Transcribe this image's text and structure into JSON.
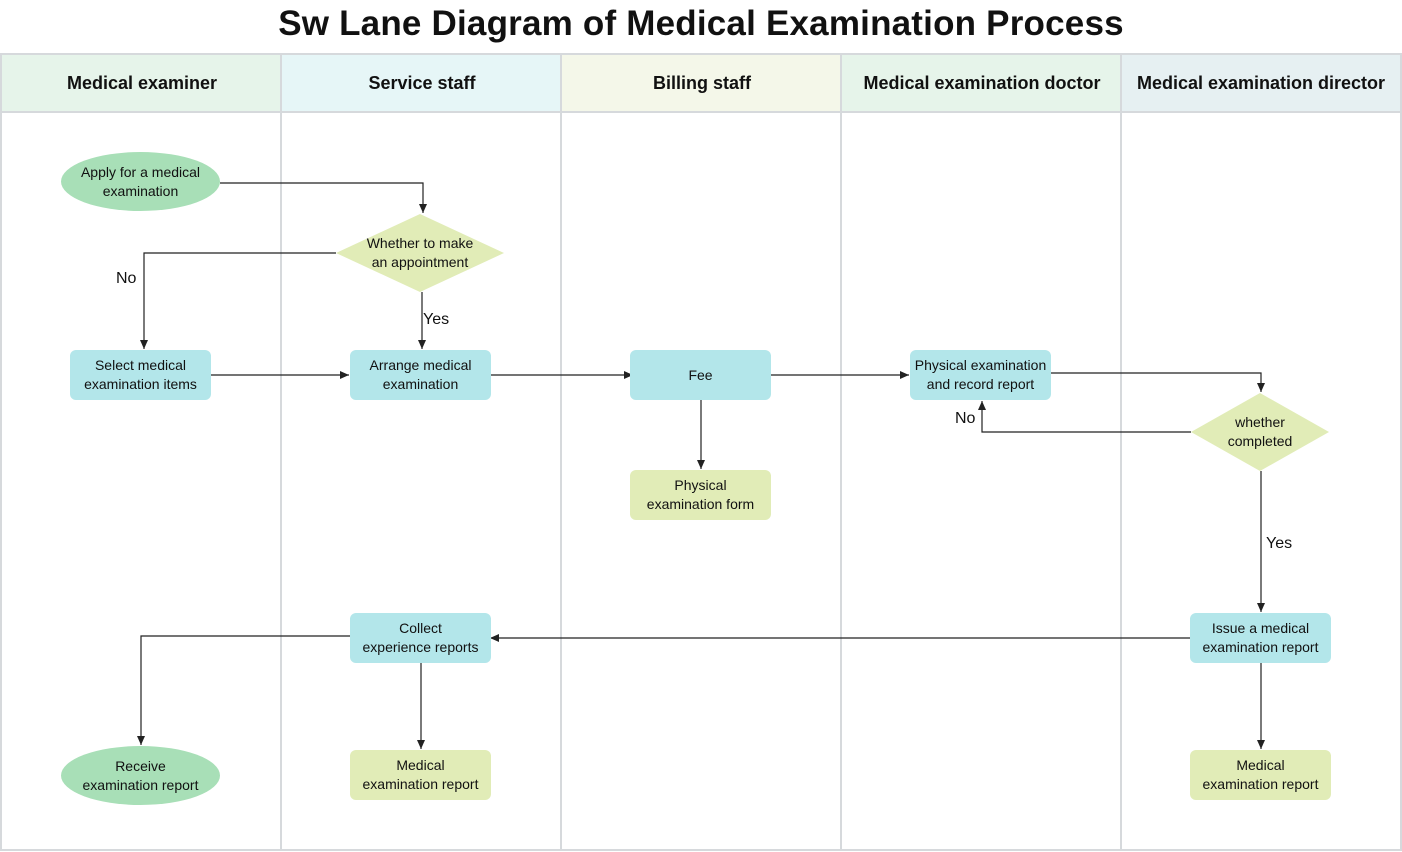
{
  "title": "Sw Lane Diagram of Medical Examination Process",
  "lanes": [
    {
      "label": "Medical examiner",
      "color": "#e6f4ea"
    },
    {
      "label": "Service staff",
      "color": "#e6f6f7"
    },
    {
      "label": "Billing staff",
      "color": "#f4f7e9"
    },
    {
      "label": "Medical examination doctor",
      "color": "#e6f4ea"
    },
    {
      "label": "Medical examination director",
      "color": "#e6f0f2"
    }
  ],
  "nodes": {
    "apply": "Apply for a medical\nexamination",
    "appointment": "Whether to make\nan appointment",
    "select_items": "Select medical\nexamination items",
    "arrange": "Arrange medical\nexamination",
    "fee": "Fee",
    "physical_form": "Physical\nexamination form",
    "physical_record": "Physical examination\nand record report",
    "completed": "whether\ncompleted",
    "issue_report": "Issue a medical\nexamination report",
    "collect": "Collect\nexperience reports",
    "receive": "Receive\nexamination report",
    "report_doc_service": "Medical\nexamination report",
    "report_doc_director": "Medical\nexamination report"
  },
  "edge_labels": {
    "no_appointment": "No",
    "yes_appointment": "Yes",
    "no_completed": "No",
    "yes_completed": "Yes"
  },
  "colors": {
    "terminal": "#a8dfb7",
    "process": "#b3e6ea",
    "decision": "#e1ecb7",
    "document": "#e1ecb7",
    "lane_border": "#d6d9dc",
    "connector": "#222222"
  }
}
